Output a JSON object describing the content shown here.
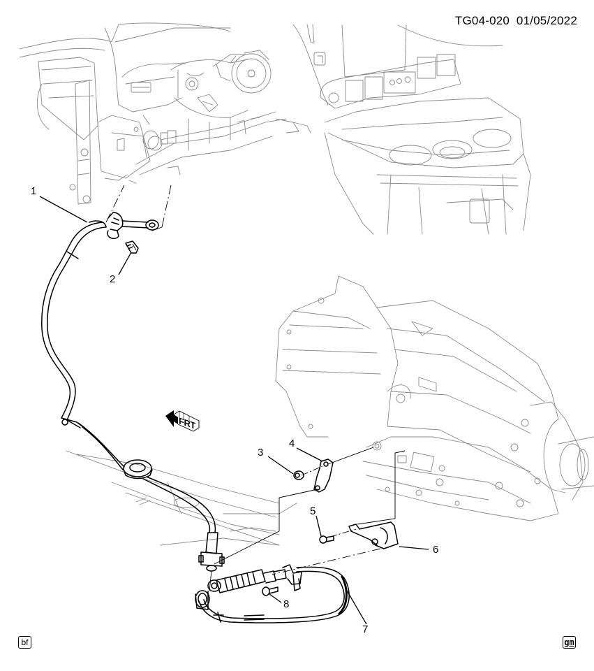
{
  "header": {
    "illustration_id": "TG04-020",
    "date": "01/05/2022",
    "full_text": "TG04-020  01/05/2022"
  },
  "diagram": {
    "type": "exploded-view parts illustration",
    "subject": "Automatic transmission range selector (shift) cable routing from steering column/instrument panel to transmission",
    "assemblies": [
      {
        "name": "instrument-panel-and-steering-column",
        "region": "top-left"
      },
      {
        "name": "center-console-with-cupholders",
        "region": "top-right"
      },
      {
        "name": "automatic-transmission",
        "region": "center-right"
      },
      {
        "name": "floor-panel",
        "region": "lower-left"
      }
    ],
    "callouts": [
      {
        "number": "1",
        "part": "shift cable (upper, column end)"
      },
      {
        "number": "2",
        "part": "cable bracket bolt"
      },
      {
        "number": "3",
        "part": "manual shaft nut"
      },
      {
        "number": "4",
        "part": "shift lever"
      },
      {
        "number": "5",
        "part": "cable bracket bolt"
      },
      {
        "number": "6",
        "part": "cable bracket"
      },
      {
        "number": "7",
        "part": "shift cable (lower, transmission end)"
      },
      {
        "number": "8",
        "part": "bolt"
      }
    ],
    "orientation_marker": {
      "label": "FRT",
      "icon": "front-arrow-icon"
    }
  },
  "footer": {
    "left_badge": "bf",
    "right_badge": "gm"
  },
  "colors": {
    "line": "#000000",
    "thin_line": "#8a8a8a",
    "background": "#ffffff"
  }
}
